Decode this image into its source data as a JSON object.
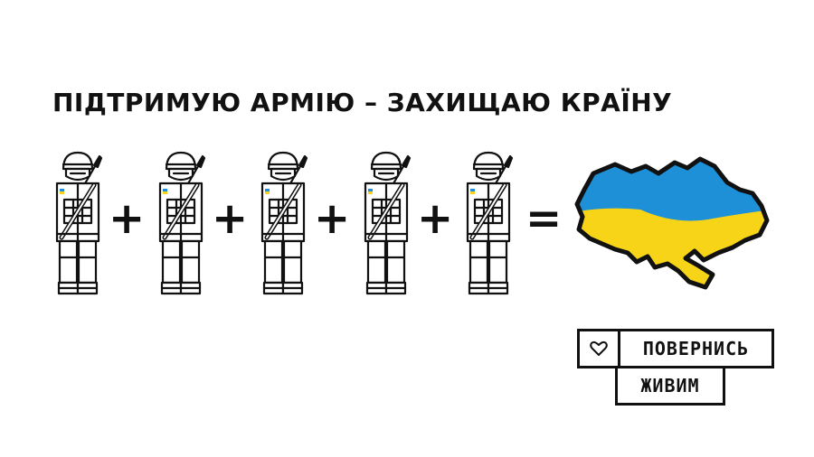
{
  "headline": "ПІДТРИМУЮ АРМІЮ – ЗАХИЩАЮ КРАЇНУ",
  "equation": {
    "plus": "+",
    "equals": "=",
    "soldier_icon": "soldier-icon",
    "map_icon": "ukraine-map-icon"
  },
  "logo": {
    "heart_icon": "heart-icon",
    "line1": "ПОВЕРНИСЬ",
    "line2": "ЖИВИМ"
  },
  "colors": {
    "ink": "#111111",
    "blue": "#1e90d8",
    "yellow": "#f7d417",
    "background": "#ffffff"
  }
}
